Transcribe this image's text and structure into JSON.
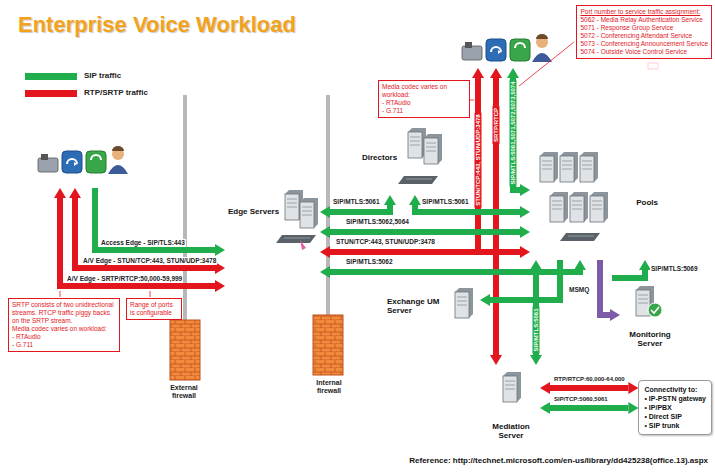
{
  "diagram": {
    "title": "Enterprise Voice Workload",
    "nodes": [
      {
        "text": [
          "Edge Servers"
        ]
      },
      {
        "text": [
          "Directors"
        ]
      },
      {
        "text": [
          "Pools"
        ]
      },
      {
        "text": [
          "Exchange UM Server"
        ]
      },
      {
        "text": [
          "Monitoring Server"
        ]
      },
      {
        "text": [
          "Mediation Server"
        ]
      },
      {
        "text": [
          "Connectivity to:",
          "• IP-PSTN gateway",
          "• IP/PBX",
          "• Direct SIP",
          "• SIP trunk"
        ]
      },
      {
        "text": [
          "Port number to service traffic assignment:",
          "5062 - Media Relay Authentication Service",
          "5071 - Response Group Service",
          "5072 - Conferencing Attendant Service",
          "5073 - Conferencing Announcement Service",
          "5074 - Outside Voice Control Service"
        ]
      },
      {
        "text": [
          "Media codec varies on workload:",
          "- RTAudio",
          "- G.711"
        ]
      },
      {
        "text": [
          "SRTP consists of two unidirectional streams. RTCP traffic piggy backs on the SRTP stream.",
          "Media codec varies on workload:",
          "- RTAudio",
          "- G.711"
        ]
      },
      {
        "text": [
          "Range of ports is configurable"
        ]
      }
    ],
    "edges": [
      {
        "from": 0,
        "to": 1,
        "label": "SIP/MTLS:5061",
        "arrow": "both"
      },
      {
        "from": 1,
        "to": 2,
        "label": "SIP/MTLS:5061",
        "arrow": "both"
      },
      {
        "from": 0,
        "to": 2,
        "label": "SIP/MTLS:5062,5064",
        "arrow": "both"
      },
      {
        "from": 0,
        "to": 2,
        "label": "STUN/TCP:443, STUN/UDP:3478",
        "arrow": "both"
      },
      {
        "from": 0,
        "to": 2,
        "label": "SIP/MTLS:5062",
        "arrow": "both"
      },
      {
        "from": 2,
        "to": 4,
        "label": "MSMQ",
        "arrow": "to"
      },
      {
        "from": 2,
        "to": 3,
        "arrow": "to"
      },
      {
        "from": 2,
        "to": 5,
        "label": "SIP/MTLS:5061",
        "arrow": "both"
      },
      {
        "from": 5,
        "to": 6,
        "label": "RTP/RTCP:60,000-64,000",
        "arrow": "both"
      },
      {
        "from": 5,
        "to": 6,
        "label": "SIP/TCP:5060,5061",
        "arrow": "both"
      }
    ],
    "labels": [
      "Access Edge - SIP/TLS:443",
      "A/V Edge - STUN/TCP:443, STUN/UDP:3478",
      "A/V Edge - SRTP/RTCP:50,000-59,999",
      "STUN/TCP:443, STUN/UDP:3478",
      "SRTP/RTCP",
      "SIP/MTLS:5061,5071,5072,5073,5074",
      "SIP/MTLS:5069",
      "External firewall",
      "Internal firewall",
      "Reference: http://technet.microsoft.com/en-us/library/dd425238(office.13).aspx"
    ],
    "legend": [
      {
        "text": "SIP traffic",
        "color": "#1fae4b"
      },
      {
        "text": "RTP/SRTP traffic",
        "color": "#e3161e"
      }
    ]
  }
}
